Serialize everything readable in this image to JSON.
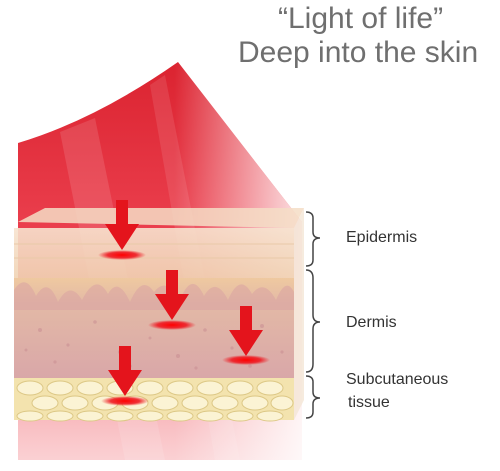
{
  "title": {
    "line1": "“Light of life”",
    "line2": "Deep into the skin"
  },
  "layers": {
    "epidermis": "Epidermis",
    "dermis": "Dermis",
    "subcutaneous_line1": "Subcutaneous",
    "subcutaneous_line2": "tissue"
  },
  "colors": {
    "beam_red": "#e8192a",
    "arrow_red": "#e4141c",
    "epidermis": "#f3dcc3",
    "dermis": "#dcaeab",
    "dermis_upper": "#eed1a6",
    "subcutaneous": "#f6e9b8",
    "fat_cell": "#fbf3d4",
    "title_text": "#6f6f6f",
    "label_text": "#333333"
  },
  "icons": [
    "down-arrow-icon",
    "bracket-icon"
  ]
}
